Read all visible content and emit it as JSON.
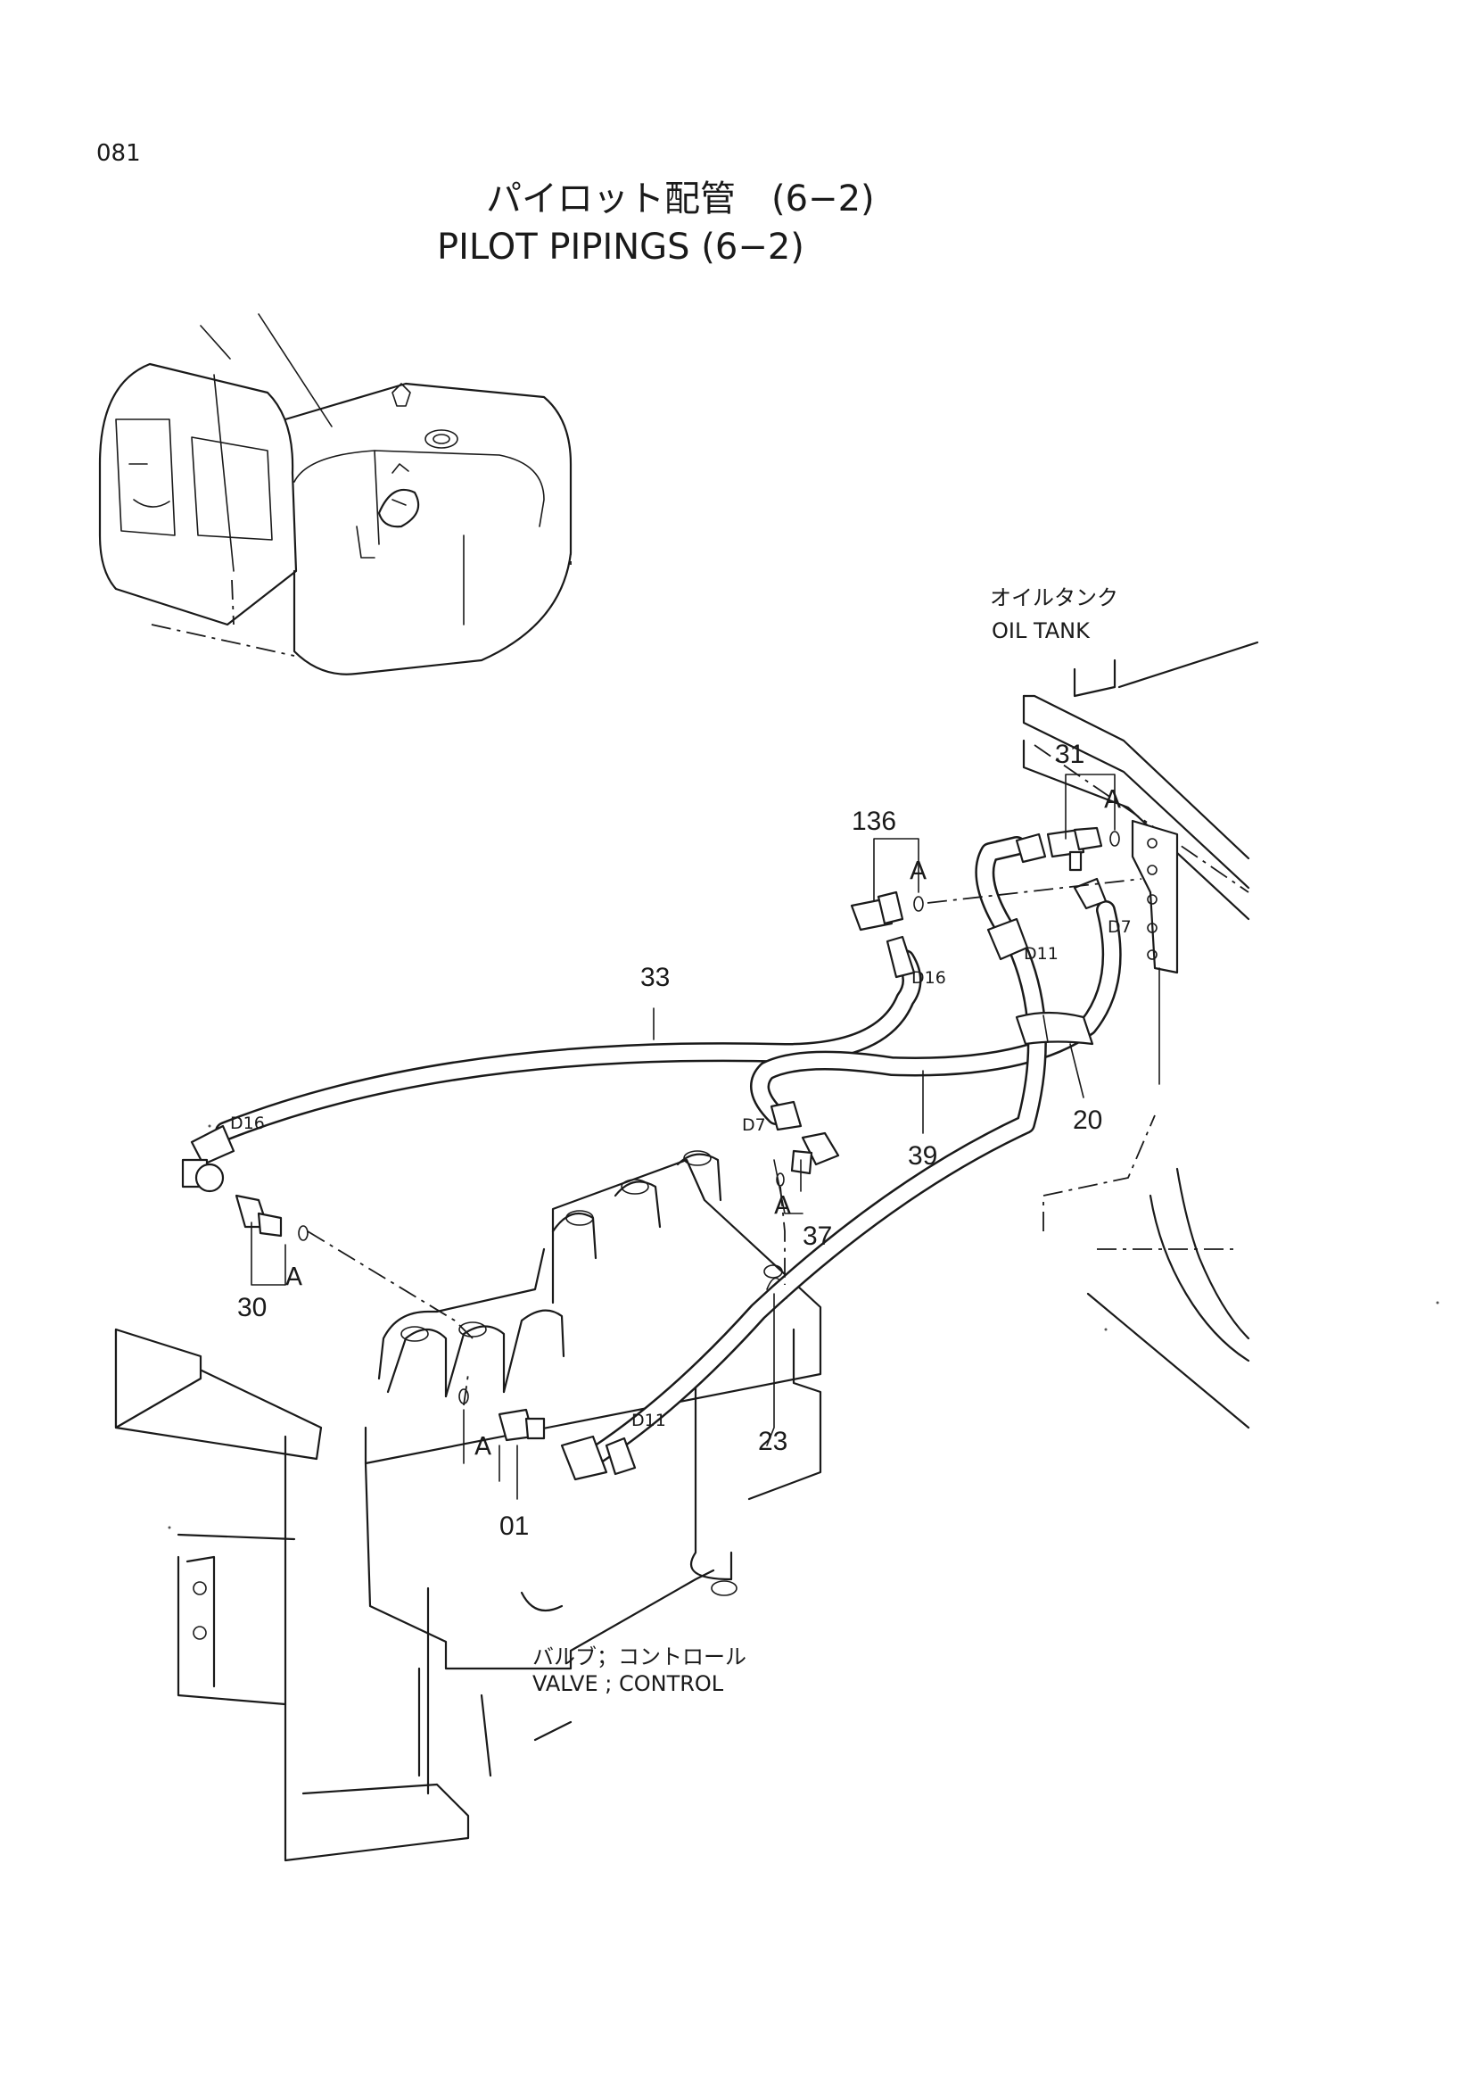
{
  "page": {
    "page_number": "081",
    "title_jp": "パイロット配管　(6−2)",
    "title_en": "PILOT  PIPINGS (6−2)"
  },
  "labels": {
    "oil_tank_jp": "オイルタンク",
    "oil_tank_en": "OIL  TANK",
    "valve_jp": "バルブ；コントロール",
    "valve_en": "VALVE ; CONTROL"
  },
  "parts": {
    "p01": "01",
    "p20": "20",
    "p23": "23",
    "p30": "30",
    "p31": "31",
    "p33": "33",
    "p37": "37",
    "p39": "39",
    "p136": "136"
  },
  "detail_marks": {
    "a": "A"
  },
  "hose_codes": {
    "d16": "D16",
    "d11": "D11",
    "d7": "D7"
  }
}
